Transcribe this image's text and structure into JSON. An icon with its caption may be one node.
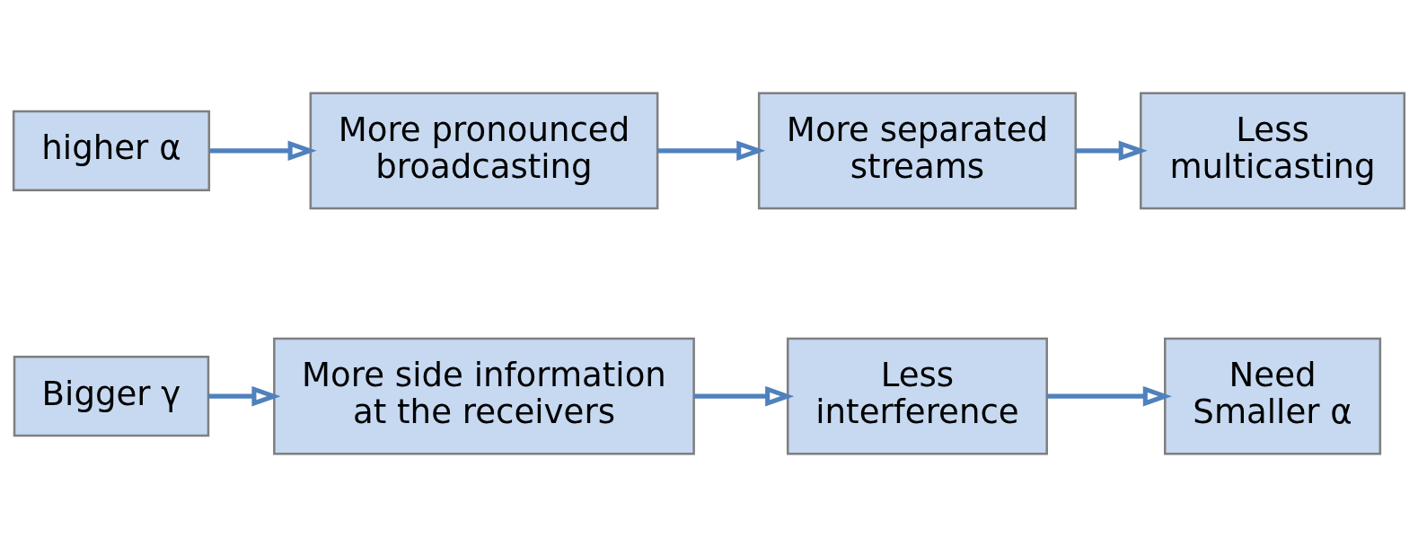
{
  "diagram": {
    "nodes": [
      {
        "text": [
          "Bigger γ"
        ]
      },
      {
        "text": [
          "More side information at the receivers"
        ]
      },
      {
        "text": [
          "Less interference"
        ]
      },
      {
        "text": [
          "Need Smaller α"
        ]
      },
      {
        "text": [
          "higher α"
        ]
      },
      {
        "text": [
          "More pronounced broadcasting"
        ]
      },
      {
        "text": [
          "More separated streams"
        ]
      },
      {
        "text": [
          "Less multicasting"
        ]
      }
    ],
    "edges": [
      {
        "from": 0,
        "to": 1,
        "arrow": "to"
      },
      {
        "from": 1,
        "to": 2,
        "arrow": "to"
      },
      {
        "from": 2,
        "to": 3,
        "arrow": "to"
      },
      {
        "from": 4,
        "to": 5,
        "arrow": "to"
      },
      {
        "from": 5,
        "to": 6,
        "arrow": "to"
      },
      {
        "from": 6,
        "to": 7,
        "arrow": "to"
      }
    ]
  }
}
